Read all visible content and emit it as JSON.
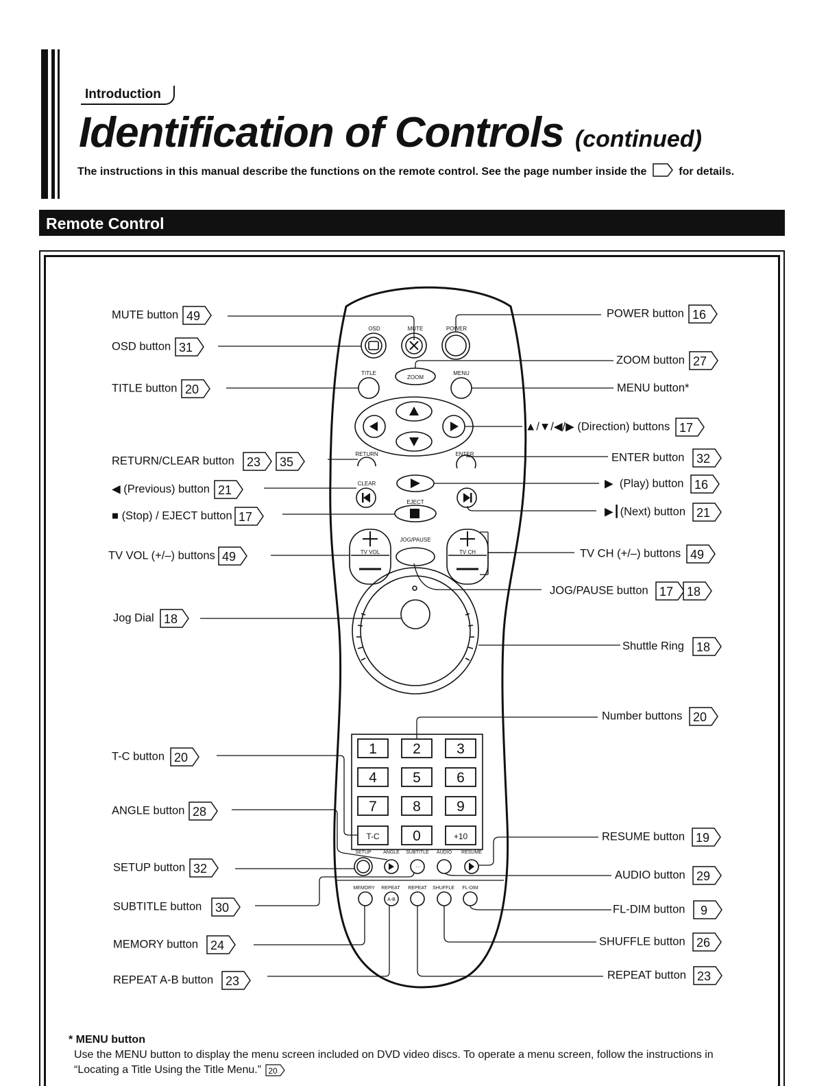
{
  "header": {
    "section_tab": "Introduction",
    "title": "Identification of Controls",
    "title_suffix": "(continued)",
    "intro_before": "The instructions in this manual describe the functions on the remote control. See the page number inside the",
    "intro_after": "for details."
  },
  "section": {
    "title": "Remote Control"
  },
  "left_labels": [
    {
      "text": "MUTE button",
      "pages": [
        "49"
      ]
    },
    {
      "text": "OSD button",
      "pages": [
        "31"
      ]
    },
    {
      "text": "TITLE button",
      "pages": [
        "20"
      ]
    },
    {
      "text": "RETURN/CLEAR button",
      "pages": [
        "23",
        "35"
      ]
    },
    {
      "text": "(Previous) button",
      "pages": [
        "21"
      ]
    },
    {
      "text": "(Stop) / EJECT button",
      "pages": [
        "17"
      ]
    },
    {
      "text": "TV VOL (+/–) buttons",
      "pages": [
        "49"
      ]
    },
    {
      "text": "Jog Dial",
      "pages": [
        "18"
      ]
    },
    {
      "text": "T-C button",
      "pages": [
        "20"
      ]
    },
    {
      "text": "ANGLE button",
      "pages": [
        "28"
      ]
    },
    {
      "text": "SETUP button",
      "pages": [
        "32"
      ]
    },
    {
      "text": "SUBTITLE button",
      "pages": [
        "30"
      ]
    },
    {
      "text": "MEMORY button",
      "pages": [
        "24"
      ]
    },
    {
      "text": "REPEAT A-B button",
      "pages": [
        "23"
      ]
    }
  ],
  "right_labels": [
    {
      "text": "POWER button",
      "pages": [
        "16"
      ]
    },
    {
      "text": "ZOOM button",
      "pages": [
        "27"
      ]
    },
    {
      "text": "MENU button*",
      "pages": []
    },
    {
      "text": "(Direction) buttons",
      "pages": [
        "17"
      ]
    },
    {
      "text": "ENTER button",
      "pages": [
        "32"
      ]
    },
    {
      "text": "(Play) button",
      "pages": [
        "16"
      ]
    },
    {
      "text": "(Next) button",
      "pages": [
        "21"
      ]
    },
    {
      "text": "TV CH (+/–) buttons",
      "pages": [
        "49"
      ]
    },
    {
      "text": "JOG/PAUSE button",
      "pages": [
        "17",
        "18"
      ]
    },
    {
      "text": "Shuttle Ring",
      "pages": [
        "18"
      ]
    },
    {
      "text": "Number buttons",
      "pages": [
        "20"
      ]
    },
    {
      "text": "RESUME button",
      "pages": [
        "19"
      ]
    },
    {
      "text": "AUDIO button",
      "pages": [
        "29"
      ]
    },
    {
      "text": "FL-DIM button",
      "pages": [
        "9"
      ]
    },
    {
      "text": "SHUFFLE button",
      "pages": [
        "26"
      ]
    },
    {
      "text": "REPEAT button",
      "pages": [
        "23"
      ]
    }
  ],
  "remote": {
    "osd": "OSD",
    "mute": "MUTE",
    "power": "POWER",
    "title": "TITLE",
    "zoom": "ZOOM",
    "menu": "MENU",
    "return": "RETURN",
    "enter": "ENTER",
    "clear": "CLEAR",
    "eject": "EJECT",
    "jog_pause": "JOG/PAUSE",
    "tv_vol": "TV VOL",
    "tv_ch": "TV CH",
    "keys": [
      "1",
      "2",
      "3",
      "4",
      "5",
      "6",
      "7",
      "8",
      "9",
      "T-C",
      "0",
      "+10"
    ],
    "row1": [
      "SETUP",
      "ANGLE",
      "SUBTITLE",
      "AUDIO",
      "RESUME"
    ],
    "row2": [
      "MEMORY",
      "REPEAT",
      "REPEAT",
      "SHUFFLE",
      "FL-DIM"
    ],
    "ab": "A-B"
  },
  "note": {
    "title": "MENU button",
    "body": "Use the MENU button to display the menu screen included on DVD video discs. To operate a menu screen, follow the instructions in “Locating a Title Using the Title Menu.”",
    "page": "20"
  }
}
